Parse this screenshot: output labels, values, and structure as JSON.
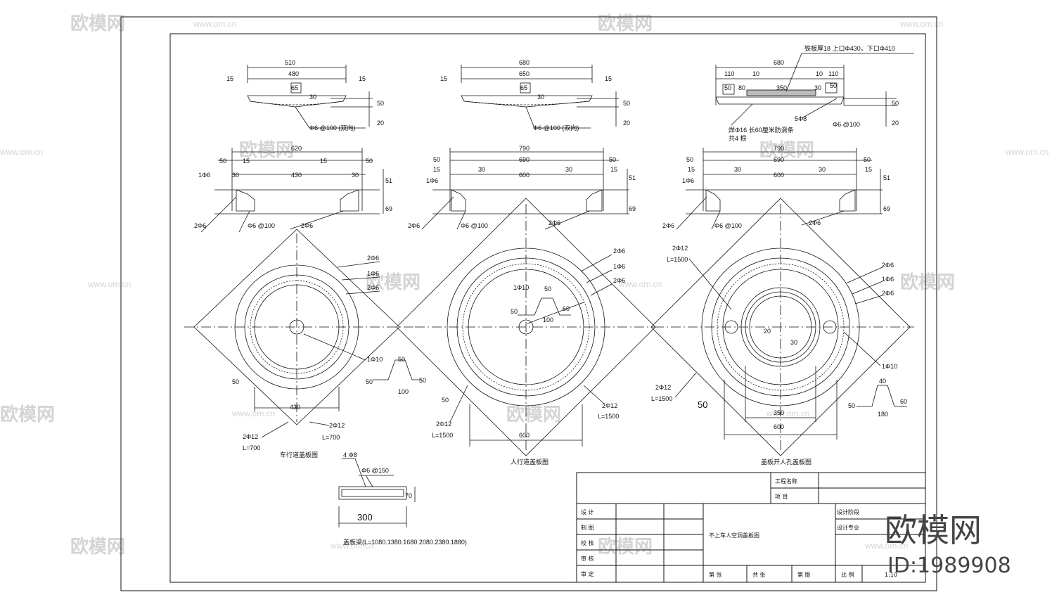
{
  "drawing_title": "不上车人空洞盖板图",
  "scale_label": "比 例",
  "scale_value": "1:10",
  "title_block": {
    "project_name": "工程名称",
    "item": "项 目",
    "design_stage": "设计阶段",
    "design_specialty": "设计专业",
    "roles": [
      "设 计",
      "制 图",
      "校 核",
      "审 核",
      "审 定"
    ],
    "sheet_no": "第 张",
    "total_sheets": "共 张",
    "edition": "第 版"
  },
  "views": [
    {
      "section_dims": {
        "overall": "510",
        "inner": "480",
        "edge_left": "15",
        "edge_right": "15",
        "hook": "65",
        "depth": "50",
        "thick": "20",
        "small": "30"
      },
      "section_rebar": "Φ6 @100 (双向)",
      "ring_dims": {
        "overall": "620",
        "inner": "430",
        "side_left": "50",
        "side_right": "50",
        "step_left": "15",
        "step_right": "15",
        "lip_left": "30",
        "lip_right": "30",
        "h1": "51",
        "h2": "69"
      },
      "ring_labels": [
        "1Φ6",
        "2Φ6",
        "Φ6 @100",
        "2Φ6"
      ],
      "plan_labels": [
        "2Φ6",
        "1Φ6",
        "2Φ6",
        "1Φ10",
        "2Φ12",
        "L=700",
        "2Φ12",
        "L=700"
      ],
      "plan_dims": {
        "base": "430",
        "diag": "50"
      },
      "handle_dims": {
        "top": "50",
        "left": "50",
        "right": "50",
        "base": "100"
      },
      "caption": "车行道盖板图"
    },
    {
      "section_dims": {
        "overall": "680",
        "inner": "650",
        "edge_left": "15",
        "edge_right": "15",
        "hook": "65",
        "depth": "50",
        "thick": "20",
        "small": "30"
      },
      "section_rebar": "Φ6 @100 (双向)",
      "ring_dims": {
        "overall": "790",
        "inner": "600",
        "mid": "690",
        "side_left": "50",
        "side_right": "50",
        "step_left": "15",
        "step_right": "15",
        "lip_left": "30",
        "lip_right": "30",
        "h1": "51",
        "h2": "69"
      },
      "ring_labels": [
        "1Φ6",
        "2Φ6",
        "Φ6 @100",
        "2Φ6"
      ],
      "plan_labels": [
        "2Φ6",
        "1Φ6",
        "2Φ6",
        "1Φ10",
        "2Φ12",
        "L=1500",
        "2Φ12",
        "L=1500"
      ],
      "plan_dims": {
        "base": "600",
        "diag": "50"
      },
      "handle_dims": {
        "top": "50",
        "left": "50",
        "right": "60",
        "base": "100"
      },
      "caption": "人行道盖板图"
    },
    {
      "section_dims": {
        "overall": "680",
        "a": "110",
        "b": "10",
        "c": "350",
        "d": "10",
        "e": "110",
        "f": "50",
        "g": "80",
        "h": "30",
        "i": "50",
        "depth": "50",
        "thick": "20"
      },
      "section_notes": [
        "铁板厚18 上口Φ430，下口Φ410",
        "5Φ8",
        "Φ6 @100",
        "焊Φ16 长60厘米防滑条",
        "共4 根"
      ],
      "ring_dims": {
        "overall": "790",
        "inner": "600",
        "mid": "690",
        "side_left": "50",
        "side_right": "50",
        "step_left": "15",
        "step_right": "15",
        "lip_left": "30",
        "lip_right": "30",
        "h1": "51",
        "h2": "69"
      },
      "ring_labels": [
        "1Φ6",
        "2Φ6",
        "Φ6 @100",
        "2Φ6"
      ],
      "plan_labels": [
        "2Φ12",
        "L=1500",
        "2Φ6",
        "1Φ6",
        "2Φ6",
        "1Φ10",
        "2Φ12",
        "L=1500"
      ],
      "plan_dims": {
        "base": "600",
        "inner": "350",
        "diag": "50",
        "c1": "20",
        "c2": "30"
      },
      "handle_dims": {
        "top": "40",
        "left": "50",
        "right": "60",
        "base": "180"
      },
      "caption": "盖板开人孔盖板图"
    }
  ],
  "lintel": {
    "rebar_top": "4 Φ8",
    "stirrup": "Φ6 @150",
    "height": "70",
    "width": "300",
    "note": "盖板梁(L=1080.1380.1680.2080.2380.1880)"
  },
  "watermark": {
    "brand": "欧模网",
    "url": "www.om.cn"
  },
  "brand_mark": {
    "name": "欧模网",
    "id": "ID:1989908"
  }
}
